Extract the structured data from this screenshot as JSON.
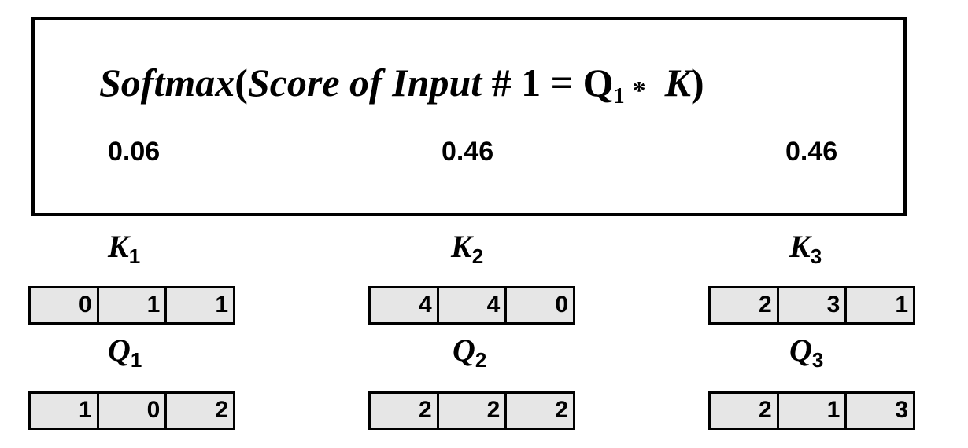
{
  "formula": {
    "softmax": "Softmax",
    "open_paren": "(",
    "score_text": "Score of Input",
    "hash_one": " # 1 = ",
    "q": "Q",
    "q_sub": "1",
    "star": "*",
    "k": "K",
    "close_paren": ")"
  },
  "weights": [
    "0.06",
    "0.46",
    "0.46"
  ],
  "keys": [
    {
      "letter": "K",
      "sub": "1",
      "values": [
        "0",
        "1",
        "1"
      ]
    },
    {
      "letter": "K",
      "sub": "2",
      "values": [
        "4",
        "4",
        "0"
      ]
    },
    {
      "letter": "K",
      "sub": "3",
      "values": [
        "2",
        "3",
        "1"
      ]
    }
  ],
  "queries": [
    {
      "letter": "Q",
      "sub": "1",
      "values": [
        "1",
        "0",
        "2"
      ]
    },
    {
      "letter": "Q",
      "sub": "2",
      "values": [
        "2",
        "2",
        "2"
      ]
    },
    {
      "letter": "Q",
      "sub": "3",
      "values": [
        "2",
        "1",
        "3"
      ]
    }
  ],
  "colors": {
    "cell_fill": "#e6e6e6",
    "border": "#000000"
  }
}
